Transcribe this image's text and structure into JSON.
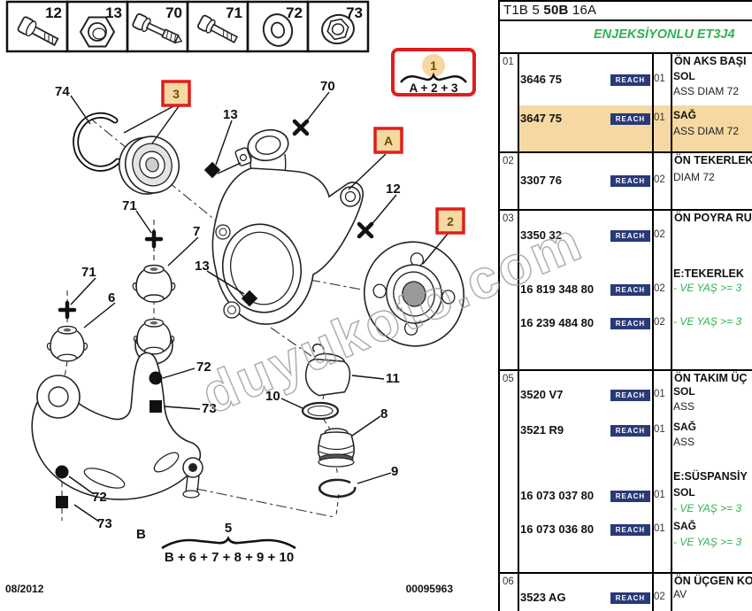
{
  "page": {
    "watermark": "duyukoto.com",
    "footer_date": "08/2012",
    "footer_number": "00095963"
  },
  "reach": "REACH",
  "strip": [
    "12",
    "13",
    "70",
    "71",
    "72",
    "73"
  ],
  "badges": {
    "b1": "1",
    "b1_formula": "A + 2 + 3",
    "b3": "3",
    "bA": "A",
    "b2": "2",
    "bB": "B",
    "b5": "5",
    "b5_formula": "B + 6 + 7 + 8 + 9 + 10"
  },
  "callouts": {
    "c74": "74",
    "c13a": "13",
    "c70": "70",
    "c12": "12",
    "c71a": "71",
    "c7": "7",
    "c13b": "13",
    "c71b": "71",
    "c6": "6",
    "c72a": "72",
    "c73a": "73",
    "c10": "10",
    "c11": "11",
    "c8": "8",
    "c9": "9",
    "c72b": "72",
    "c73b": "73"
  },
  "table": {
    "code": {
      "p1": "T1B 5",
      "p2": "50B",
      "p3": "16A"
    },
    "subheader": "ENJEKSİYONLU ET3J4",
    "rows": [
      {
        "item": "01",
        "title": "ÖN AKS BAŞI",
        "lines": [
          {
            "ref": "3646 75",
            "qty": "01",
            "d1": "SOL",
            "d2": "ASS DIAM 72"
          },
          {
            "ref": "3647 75",
            "qty": "01",
            "d1": "SAĞ",
            "d2": "ASS DIAM 72"
          }
        ]
      },
      {
        "item": "02",
        "title": "ÖN TEKERLEK",
        "lines": [
          {
            "ref": "3307 76",
            "qty": "02",
            "d1": "DIAM 72"
          }
        ]
      },
      {
        "item": "03",
        "title": "ÖN POYRA RU",
        "subtitle": "E:TEKERLEK",
        "lines": [
          {
            "ref": "3350 32",
            "qty": "02"
          },
          {
            "ref": "16 819 348 80",
            "qty": "02",
            "g1": "- VE YAŞ >= 3"
          },
          {
            "ref": "16 239 484 80",
            "qty": "02",
            "g1": "- VE YAŞ >= 3"
          }
        ]
      },
      {
        "item": "05",
        "title": "ÖN TAKIM ÜÇ",
        "subtitle": "E:SÜSPANSİY",
        "lines": [
          {
            "ref": "3520 V7",
            "qty": "01",
            "d1": "SOL",
            "d2": "ASS"
          },
          {
            "ref": "3521 R9",
            "qty": "01",
            "d1": "SAĞ",
            "d2": "ASS"
          },
          {
            "ref": "16 073 037 80",
            "qty": "01",
            "d1": "SOL",
            "g1": "- VE YAŞ >= 3"
          },
          {
            "ref": "16 073 036 80",
            "qty": "01",
            "d1": "SAĞ",
            "g1": "- VE YAŞ >= 3"
          }
        ]
      },
      {
        "item": "06",
        "title": "ÖN ÜÇGEN KO",
        "lines": [
          {
            "ref": "3523 AG",
            "qty": "02",
            "d1": "AV"
          }
        ]
      }
    ]
  }
}
